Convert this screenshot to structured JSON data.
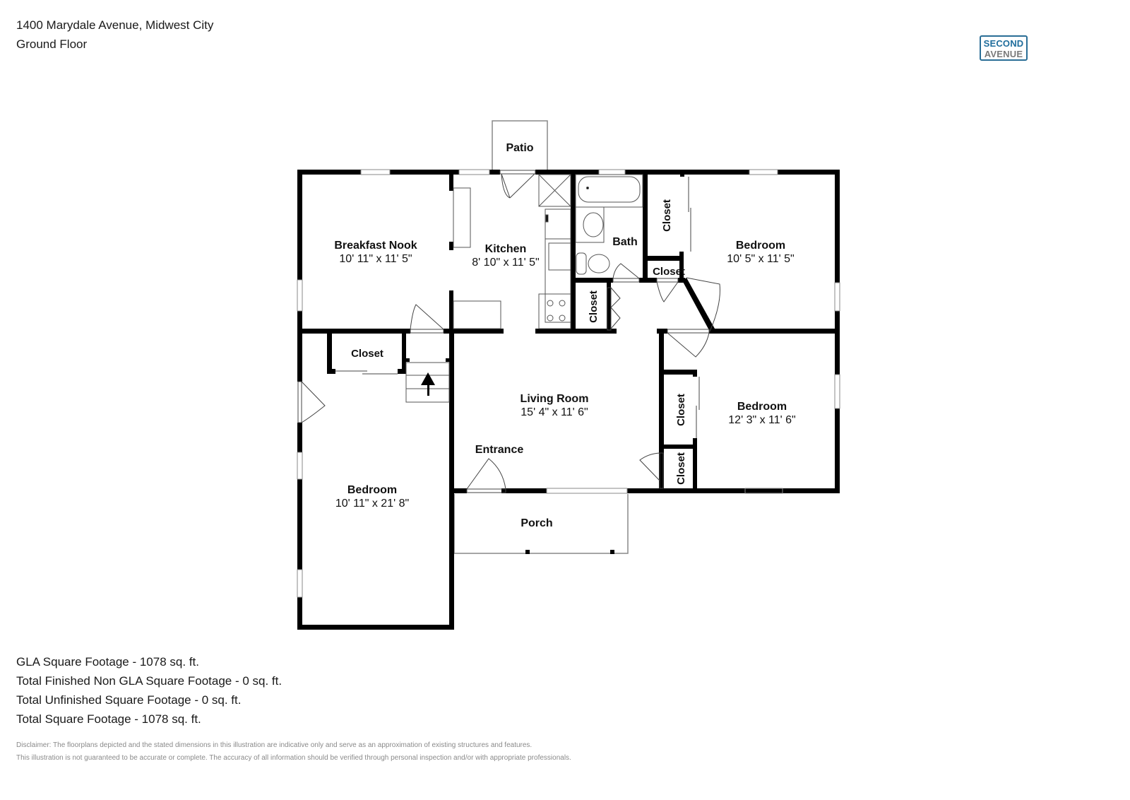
{
  "header": {
    "address": "1400 Marydale Avenue, Midwest City",
    "floor": "Ground Floor"
  },
  "logo": {
    "line1": "SECOND",
    "line2": "AVENUE",
    "colors": {
      "primary": "#1f6d9c",
      "secondary": "#7a7a7a",
      "border": "#2a6e96"
    }
  },
  "rooms": {
    "patio": {
      "label": "Patio"
    },
    "breakfast_nook": {
      "label": "Breakfast Nook",
      "dims": "10' 11\" x 11' 5\""
    },
    "kitchen": {
      "label": "Kitchen",
      "dims": "8' 10\" x 11' 5\""
    },
    "bath": {
      "label": "Bath"
    },
    "closet_bath_right": {
      "label": "Closet"
    },
    "closet_small_top": {
      "label": "Closet"
    },
    "closet_kitchen": {
      "label": "Closet"
    },
    "bedroom_ne": {
      "label": "Bedroom",
      "dims": "10' 5\" x 11' 5\""
    },
    "closet_west": {
      "label": "Closet"
    },
    "living_room": {
      "label": "Living Room",
      "dims": "15' 4\" x 11' 6\""
    },
    "entrance": {
      "label": "Entrance"
    },
    "bedroom_se": {
      "label": "Bedroom",
      "dims": "12' 3\" x 11' 6\""
    },
    "closet_se_upper": {
      "label": "Closet"
    },
    "closet_se_lower": {
      "label": "Closet"
    },
    "bedroom_west": {
      "label": "Bedroom",
      "dims": "10' 11\" x 21' 8\""
    },
    "porch": {
      "label": "Porch"
    }
  },
  "stats": {
    "gla": "GLA Square Footage - 1078 sq. ft.",
    "finished_non_gla": "Total Finished Non GLA Square Footage - 0 sq. ft.",
    "unfinished": "Total Unfinished Square Footage - 0 sq. ft.",
    "total": "Total Square Footage - 1078 sq. ft."
  },
  "disclaimer": {
    "line1": "Disclaimer: The floorplans depicted and the stated dimensions in this illustration are indicative only and serve as an approximation of existing structures and features.",
    "line2": "This illustration is not guaranteed to be accurate or complete. The accuracy of all information should be verified through personal inspection and/or with appropriate professionals."
  }
}
